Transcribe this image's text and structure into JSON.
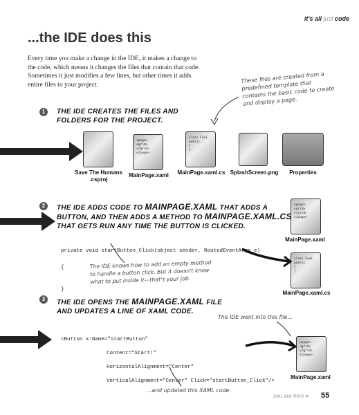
{
  "header": {
    "prefix": "it's all ",
    "light": "just",
    "suffix": " code"
  },
  "title": "...the IDE does this",
  "intro": "Every time you make a change in the IDE, it makes a change to the code, which means it changes the files that contain that code. Sometimes it just modifies a few lines, but other times it adds entire files to your project.",
  "note_template": "These files are created from a predefined template that contains the basic code to create and display a page.",
  "steps": [
    {
      "num": "1",
      "text_line1": "The IDE creates the files and",
      "text_line2": "folders for the project."
    },
    {
      "num": "2",
      "l1a": "The IDE adds code to ",
      "l1b": "MainPage.xaml",
      "l1c": " that adds a",
      "l2a": "button, and then adds a method to ",
      "l2b": "MainPage.xaml.cs",
      "l3": "that gets run any time the button is clicked."
    },
    {
      "num": "3",
      "l1a": "The IDE opens the ",
      "l1b": "MainPage.xaml",
      "l1c": " file",
      "l2": "and updates a line of XAML code."
    }
  ],
  "files": [
    {
      "label_l1": "Save The Humans",
      "label_l2": ".csproj",
      "icon": "csproj-file-icon"
    },
    {
      "label": "MainPage.xaml",
      "icon": "xaml-file-icon",
      "doc": [
        "<page>",
        "<grid>",
        "",
        "</grid>",
        "</page>"
      ]
    },
    {
      "label": "MainPage.xaml.cs",
      "icon": "cs-file-icon",
      "doc": [
        "class Foo{",
        "public..",
        "{",
        "}"
      ]
    },
    {
      "label": "SplashScreen.png",
      "icon": "png-file-icon"
    },
    {
      "label": "Properties",
      "icon": "folder-icon"
    }
  ],
  "step2": {
    "code_l1": "private void startButton_Click(object sender, RoutedEventArgs e)",
    "code_l2": "{",
    "code_l3": "}",
    "file1": "MainPage.xaml",
    "file2": "MainPage.xaml.cs",
    "note": "The IDE knows how to add an empty method to handle a button click. But it doesn't know what to put inside it—that's your job."
  },
  "step3": {
    "code_l1": "<Button x:Name=\"startButton\"",
    "code_l2": "Content=\"Start!\"",
    "code_l3": "HorizontalAlignment=\"Center\"",
    "code_l4": "VerticalAlignment=\"Center\" Click=\"startButton_Click\"/>",
    "file": "MainPage.xaml",
    "note_went": "The IDE went into this file...",
    "note_updated": "...and updated this XAML code."
  },
  "footer": {
    "here": "you are here",
    "page": "55"
  },
  "colors": {
    "arrow": "#222222",
    "icon_gray": "#aaaaaa"
  }
}
